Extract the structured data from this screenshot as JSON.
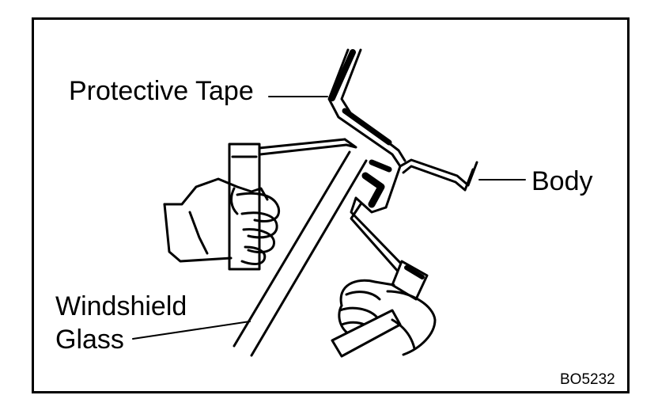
{
  "labels": {
    "protective_tape": "Protective Tape",
    "body": "Body",
    "windshield_line1": "Windshield",
    "windshield_line2": "Glass"
  },
  "figure_code": "BO5232",
  "colors": {
    "ink": "#000000",
    "paper": "#ffffff"
  }
}
